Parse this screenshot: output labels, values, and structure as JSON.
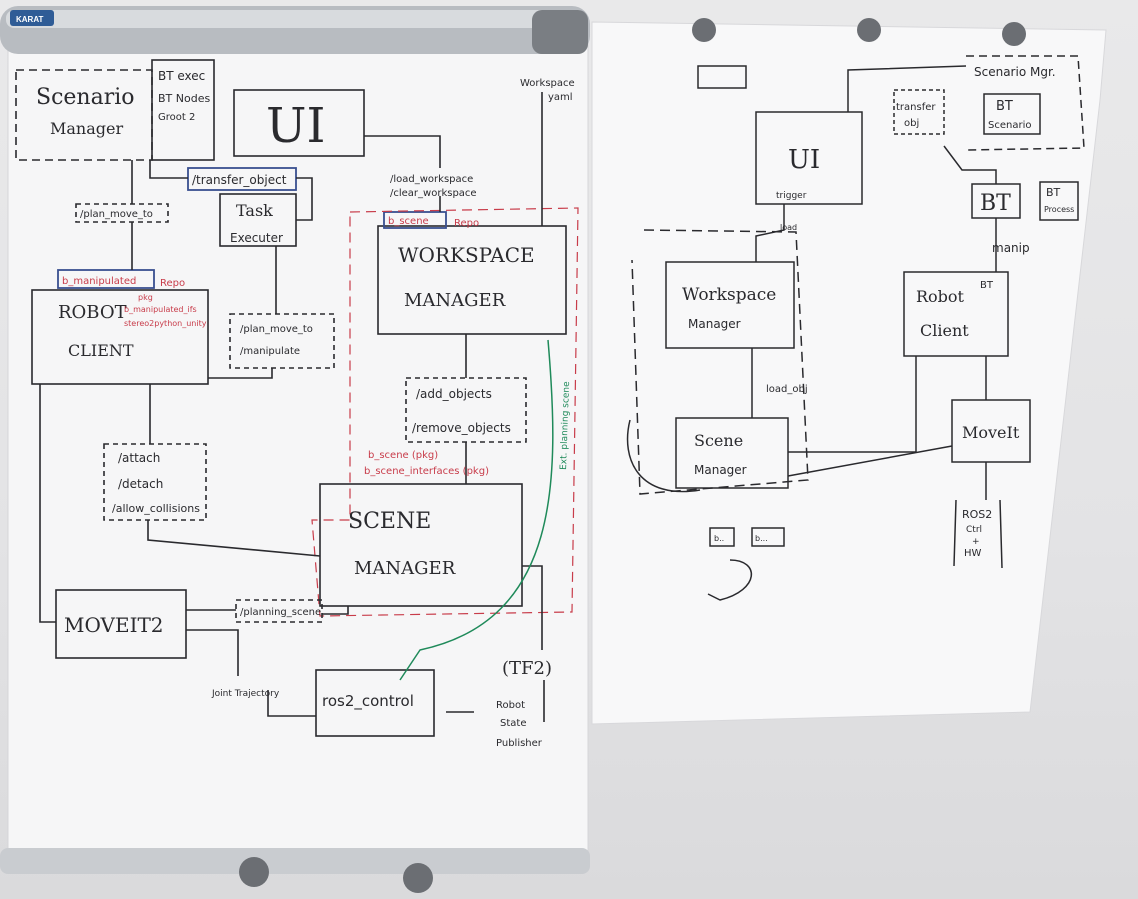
{
  "colors": {
    "paper": "#f7f7f8",
    "ink": "#2a2a2e",
    "red_ink": "#c83c4a",
    "blue_ink": "#3a4f8f",
    "green_ink": "#1f8a5a",
    "rail": "#9aa0a6",
    "magnet": "#6b6e73"
  },
  "board_brand": "KARAT",
  "left_sheet": {
    "scenario_manager": {
      "line1": "Scenario",
      "line2": "Manager"
    },
    "bt_notes": [
      "BT exec",
      "BT Nodes",
      "Groot 2"
    ],
    "ui": "UI",
    "transfer_object": "/transfer_object",
    "plan_move_to_top": "/plan_move_to",
    "task_executer": {
      "line1": "Task",
      "line2": "Executer"
    },
    "load_workspace": "/load_workspace",
    "clear_workspace": "/clear_workspace",
    "workspace_yaml": {
      "line1": "Workspace",
      "line2": "yaml"
    },
    "b_scene_tag": "b_scene",
    "repo_tag_top": "Repo",
    "workspace_manager": {
      "line1": "WORKSPACE",
      "line2": "MANAGER"
    },
    "b_manipulated_tag": "b_manipulated",
    "repo_tag_robot": "Repo",
    "robot_client": {
      "line1": "ROBOT",
      "line2": "CLIENT"
    },
    "red_notes": [
      "pkg",
      "b_manipulated_ifs",
      "stereo2python_unity"
    ],
    "plan_move_to_mid": "/plan_move_to",
    "manipulate": "/manipulate",
    "add_objects": "/add_objects",
    "remove_objects": "/remove_objects",
    "scene_pkgs": [
      "b_scene (pkg)",
      "b_scene_interfaces (pkg)"
    ],
    "green_note": "Ext. planning scene",
    "attach_group": [
      "/attach",
      "/detach",
      "/allow_collisions"
    ],
    "scene_manager": {
      "line1": "SCENE",
      "line2": "MANAGER"
    },
    "moveit2": "MOVEIT2",
    "planning_scene": "/planning_scene",
    "joint_trajectory": "Joint Trajectory",
    "ros2_control": "ros2_control",
    "tf2": "(TF2)",
    "robot_state_publisher": [
      "Robot",
      "State",
      "Publisher"
    ]
  },
  "right_sheet": {
    "scenario_mgr": "Scenario Mgr.",
    "transfer_obj": {
      "line1": "transfer",
      "line2": "obj"
    },
    "bt_scenario": {
      "line1": "BT",
      "line2": "Scenario"
    },
    "ui": "UI",
    "trigger": "trigger",
    "load": "load",
    "bt": "BT",
    "bt_process": {
      "line1": "BT",
      "line2": "Process"
    },
    "manip": "manip",
    "bt_small": "BT",
    "workspace_manager": {
      "line1": "Workspace",
      "line2": "Manager"
    },
    "robot_client": {
      "line1": "Robot",
      "line2": "Client"
    },
    "load_obj": "load_obj",
    "scene_manager": {
      "line1": "Scene",
      "line2": "Manager"
    },
    "moveit": "MoveIt",
    "ros2": [
      "ROS2",
      "Ctrl",
      "+",
      "HW"
    ],
    "small_b": "b..",
    "small_b2": "b..."
  }
}
